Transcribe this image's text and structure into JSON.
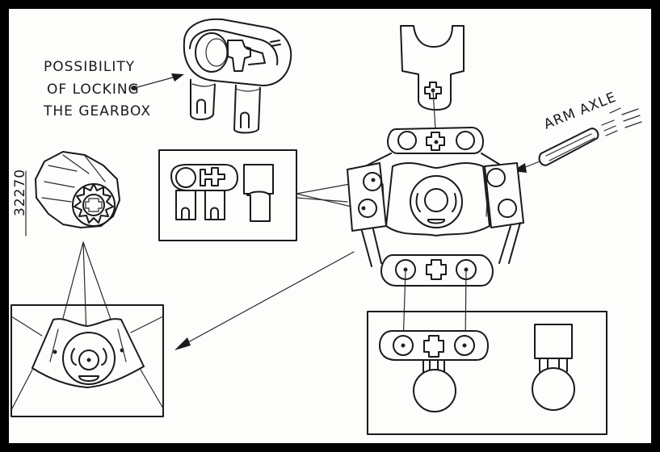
{
  "diagram": {
    "annotations": {
      "locking_note": [
        "POSSIBILITY",
        "OF LOCKING",
        "THE GEARBOX"
      ],
      "arm_axle": "ARM AXLE",
      "gear_part_number": "32270"
    },
    "colors": {
      "frame": "#000000",
      "paper": "#fdfdfb",
      "ink": "#1a1a1a"
    }
  }
}
